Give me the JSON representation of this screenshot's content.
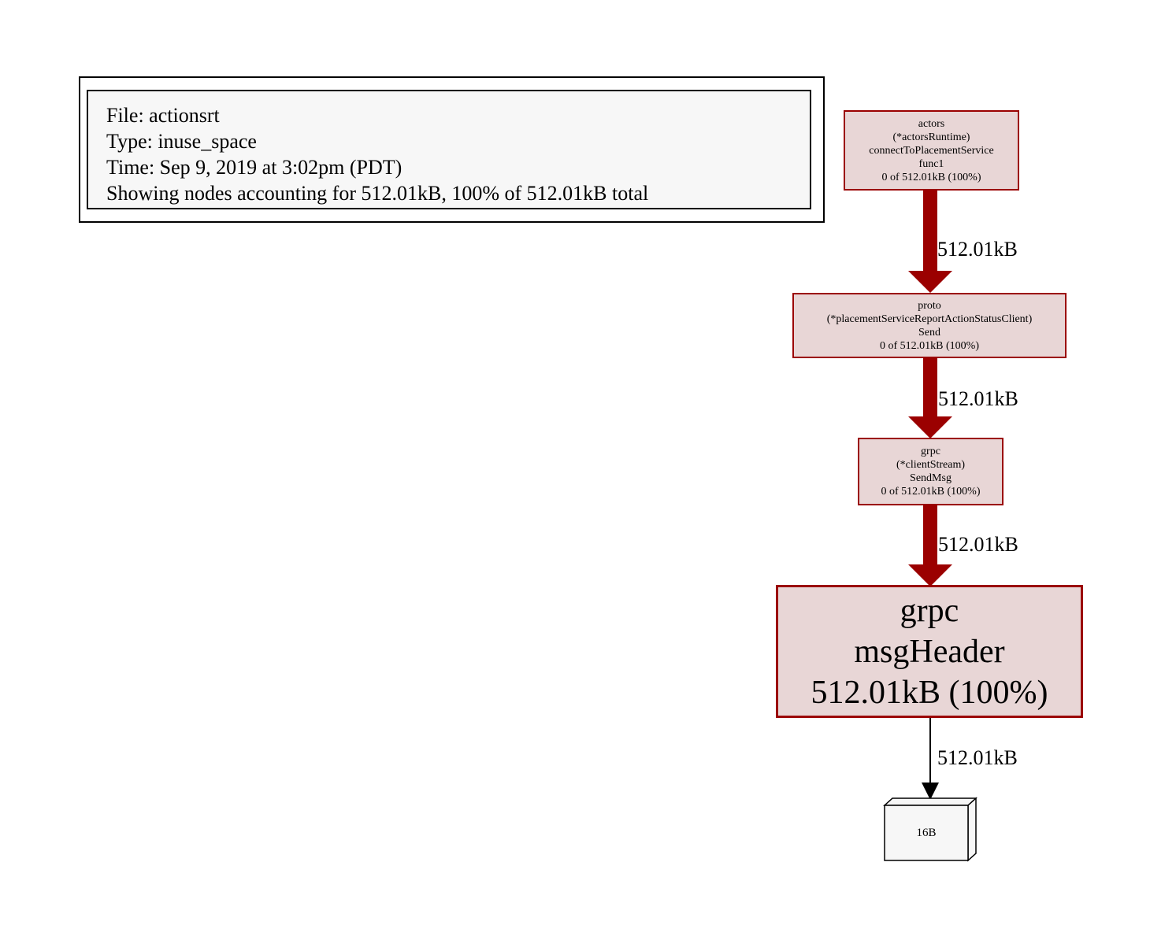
{
  "legend": {
    "lines": [
      "File: actionsrt",
      "Type: inuse_space",
      "Time: Sep 9, 2019 at 3:02pm (PDT)",
      "Showing nodes accounting for 512.01kB, 100% of 512.01kB total"
    ]
  },
  "nodes": [
    {
      "id": "actors-connectToPlacementService-func1",
      "lines": [
        "actors",
        "(*actorsRuntime)",
        "connectToPlacementService",
        "func1",
        "0 of 512.01kB (100%)"
      ]
    },
    {
      "id": "proto-Send",
      "lines": [
        "proto",
        "(*placementServiceReportActionStatusClient)",
        "Send",
        "0 of 512.01kB (100%)"
      ]
    },
    {
      "id": "grpc-clientStream-SendMsg",
      "lines": [
        "grpc",
        "(*clientStream)",
        "SendMsg",
        "0 of 512.01kB (100%)"
      ]
    },
    {
      "id": "grpc-msgHeader",
      "lines": [
        "grpc",
        "msgHeader",
        "512.01kB (100%)"
      ]
    },
    {
      "id": "leaf-16B",
      "lines": [
        "16B"
      ]
    }
  ],
  "edges": [
    {
      "from": "actors-connectToPlacementService-func1",
      "to": "proto-Send",
      "label": "512.01kB",
      "weight": "thick"
    },
    {
      "from": "proto-Send",
      "to": "grpc-clientStream-SendMsg",
      "label": "512.01kB",
      "weight": "thick"
    },
    {
      "from": "grpc-clientStream-SendMsg",
      "to": "grpc-msgHeader",
      "label": "512.01kB",
      "weight": "thick"
    },
    {
      "from": "grpc-msgHeader",
      "to": "leaf-16B",
      "label": "512.01kB",
      "weight": "thin"
    }
  ],
  "colors": {
    "edge_thick": "#9b0000",
    "node_border": "#9b0000",
    "node_fill": "#e8d6d6",
    "edge_thin": "#000000",
    "legend_fill": "#f7f7f7",
    "leaf_fill": "#f7f7f7"
  }
}
